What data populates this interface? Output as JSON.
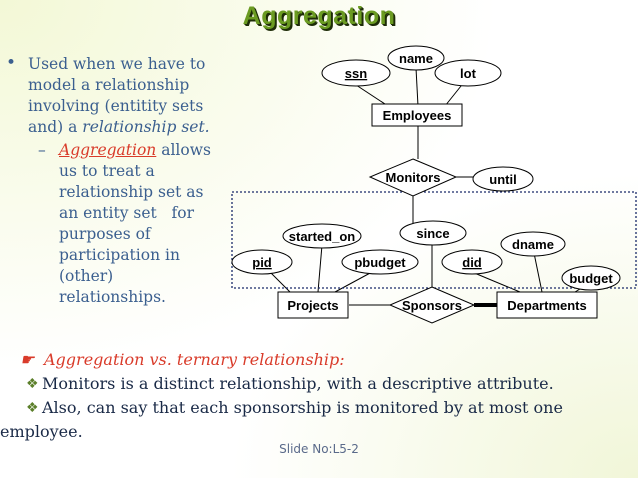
{
  "slide": {
    "title": "Aggregation",
    "slide_number": "Slide No:L5-2"
  },
  "left_text": {
    "bullet1_line1": "Used when we have to",
    "bullet1_line2": "model a relationship",
    "bullet1_line3": "involving (entitity sets",
    "bullet1_line4_prefix": "and) a ",
    "bullet1_line4_italic": "relationship set.",
    "sub_dash": "–",
    "sub_term": "Aggregation",
    "sub_line1_rest": " allows",
    "sub_line2": "us to treat a",
    "sub_line3": "relationship set as",
    "sub_line4": "an entity set   for",
    "sub_line5": "purposes of",
    "sub_line6": "participation in",
    "sub_line7": "(other)",
    "sub_line8": "relationships."
  },
  "diagram": {
    "attributes": {
      "ssn": "ssn",
      "name": "name",
      "lot": "lot",
      "until": "until",
      "started_on": "started_on",
      "since": "since",
      "dname": "dname",
      "pid": "pid",
      "pbudget": "pbudget",
      "did": "did",
      "budget": "budget"
    },
    "entities": {
      "employees": "Employees",
      "projects": "Projects",
      "departments": "Departments"
    },
    "relationships": {
      "monitors": "Monitors",
      "sponsors": "Sponsors"
    }
  },
  "bottom_text": {
    "ternary_line": "Aggregation vs. ternary relationship:",
    "point1": "Monitors is a distinct relationship, with a descriptive attribute.",
    "point2_line1": " Also, can say that each sponsorship is monitored by at most one",
    "point2_line2": "employee."
  },
  "colors": {
    "title_green": "#6b9b22",
    "body_blue": "#3b5f8f",
    "accent_red": "#d93b2a"
  }
}
